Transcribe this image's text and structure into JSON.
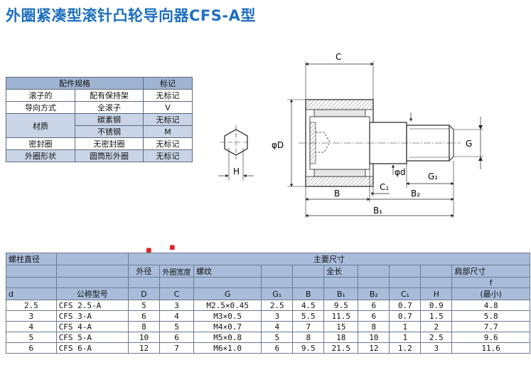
{
  "title": "外圈紧凑型滚针凸轮导向器CFS-A型",
  "spec_table": {
    "header": [
      "配件规格",
      "标记"
    ],
    "rows": [
      [
        "滚子的",
        "配有保持架",
        "无标记"
      ],
      [
        "导向方式",
        "全滚子",
        "V"
      ],
      [
        "材质",
        "碳素钢",
        "无标记"
      ],
      [
        "",
        "不锈钢",
        "M"
      ],
      [
        "密封圈",
        "无密封圈",
        "无标记"
      ],
      [
        "外圈形状",
        "圆筒形外圈",
        "无标记"
      ]
    ]
  },
  "drawing": {
    "hex_label": "H",
    "labels": {
      "C": "C",
      "D": "φD",
      "d": "φd",
      "G": "G",
      "G1": "G₁",
      "B": "B",
      "C1": "C₁",
      "B2": "B₂",
      "B1": "B₁"
    }
  },
  "main_table": {
    "h_bolt": "螺柱直径",
    "h_main": "主要尺寸",
    "h_outer": "外径",
    "h_width": "外圈宽度",
    "h_thread": "螺纹",
    "h_total": "全长",
    "h_head": "肩部尺寸",
    "h_model": "公称型号",
    "sym": [
      "d",
      "D",
      "C",
      "G",
      "G₁",
      "B",
      "B₁",
      "B₂",
      "C₁",
      "H",
      "f"
    ],
    "h_min": "(最小)",
    "rows": [
      [
        "2.5",
        "CFS 2.5-A",
        "5",
        "3",
        "M2.5×0.45",
        "2.5",
        "4.5",
        "9.5",
        "6",
        "0.7",
        "0.9",
        "4.8"
      ],
      [
        "3",
        "CFS 3-A",
        "6",
        "4",
        "M3×0.5",
        "3",
        "5.5",
        "11.5",
        "6",
        "0.7",
        "1.5",
        "5.8"
      ],
      [
        "4",
        "CFS 4-A",
        "8",
        "5",
        "M4×0.7",
        "4",
        "7",
        "15",
        "8",
        "1",
        "2",
        "7.7"
      ],
      [
        "5",
        "CFS 5-A",
        "10",
        "6",
        "M5×0.8",
        "5",
        "8",
        "18",
        "10",
        "1",
        "2.5",
        "9.6"
      ],
      [
        "6",
        "CFS 6-A",
        "12",
        "7",
        "M6×1.0",
        "6",
        "9.5",
        "21.5",
        "12",
        "1.2",
        "3",
        "11.6"
      ]
    ]
  },
  "colors": {
    "title": "#1e6fc0",
    "header": "#a9bddb",
    "shade": "#c9d5e6"
  }
}
